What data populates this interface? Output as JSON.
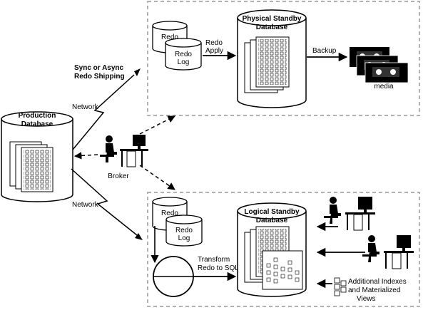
{
  "production": {
    "title": "Production",
    "subtitle": "Database"
  },
  "physical_standby": {
    "title": "Physical Standby",
    "subtitle": "Database"
  },
  "logical_standby": {
    "title": "Logical Standby",
    "subtitle": "Database"
  },
  "labels": {
    "sync_line1": "Sync or Async",
    "sync_line2": "Redo Shipping",
    "network_top": "Network",
    "network_bottom": "Network",
    "broker": "Broker",
    "redo_back": "Redo",
    "redo_log_line1": "Redo",
    "redo_log_line2": "Log",
    "redo_back_2": "Redo",
    "redo_log_2_line1": "Redo",
    "redo_log_2_line2": "Log",
    "redo_apply_line1": "Redo",
    "redo_apply_line2": "Apply",
    "backup": "Backup",
    "media": "media",
    "transform_line1": "Transform",
    "transform_line2": "Redo to SQL",
    "additional_line1": "Additional Indexes",
    "additional_line2": "and Materialized",
    "additional_line3": "Views"
  },
  "colors": {
    "stroke": "#000000",
    "dashed_box": "#999999",
    "background": "#ffffff"
  }
}
